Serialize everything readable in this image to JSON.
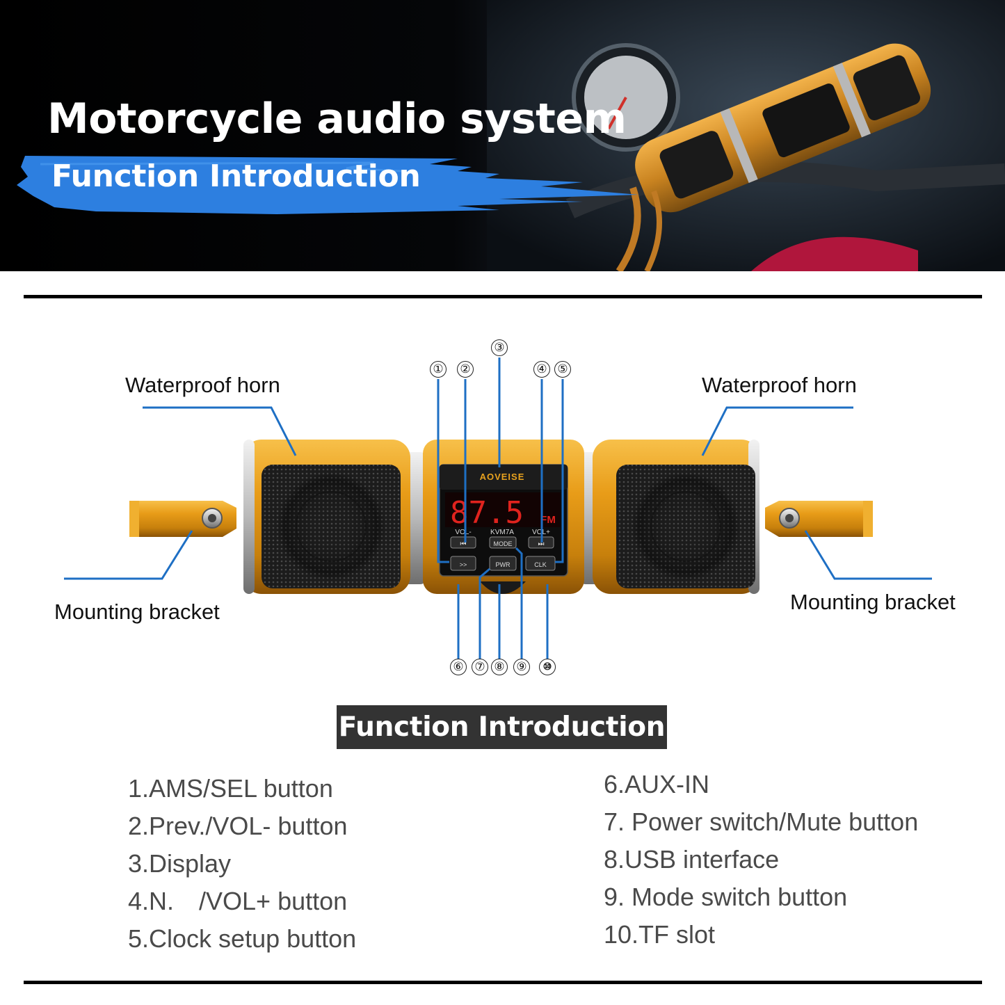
{
  "hero": {
    "title": "Motorcycle audio system",
    "subtitle": "Function Introduction"
  },
  "diagram": {
    "labels": {
      "horn_left": "Waterproof horn",
      "horn_right": "Waterproof horn",
      "bracket_left": "Mounting bracket",
      "bracket_right": "Mounting bracket"
    },
    "device": {
      "brand": "AOVEISE",
      "frequency": "87.5",
      "band": "FM",
      "model": "KVM7A",
      "vol_minus": "VOL-",
      "vol_plus": "VOL+",
      "prev_symbol": "⏮",
      "next_symbol": "⏭",
      "mode": "MODE",
      "ams": ">>",
      "pwr": "PWR",
      "clk": "CLK"
    },
    "numbers": [
      "①",
      "②",
      "③",
      "④",
      "⑤",
      "⑥",
      "⑦",
      "⑧",
      "⑨",
      "⑩"
    ]
  },
  "function_intro": {
    "heading": "Function Introduction",
    "left": [
      "1.AMS/SEL button",
      "2.Prev./VOL- button",
      "3.Display",
      "4.N.　/VOL+ button",
      "5.Clock setup button"
    ],
    "right": [
      "6.AUX-IN",
      "7. Power switch/Mute button",
      "8.USB interface",
      "9. Mode switch button",
      "10.TF slot"
    ]
  },
  "colors": {
    "accent_blue": "#1e6fc4",
    "brush_blue": "#2d7fe0",
    "gold": "#e8a21e",
    "display_red": "#e0231e",
    "heading_box": "#333333"
  }
}
